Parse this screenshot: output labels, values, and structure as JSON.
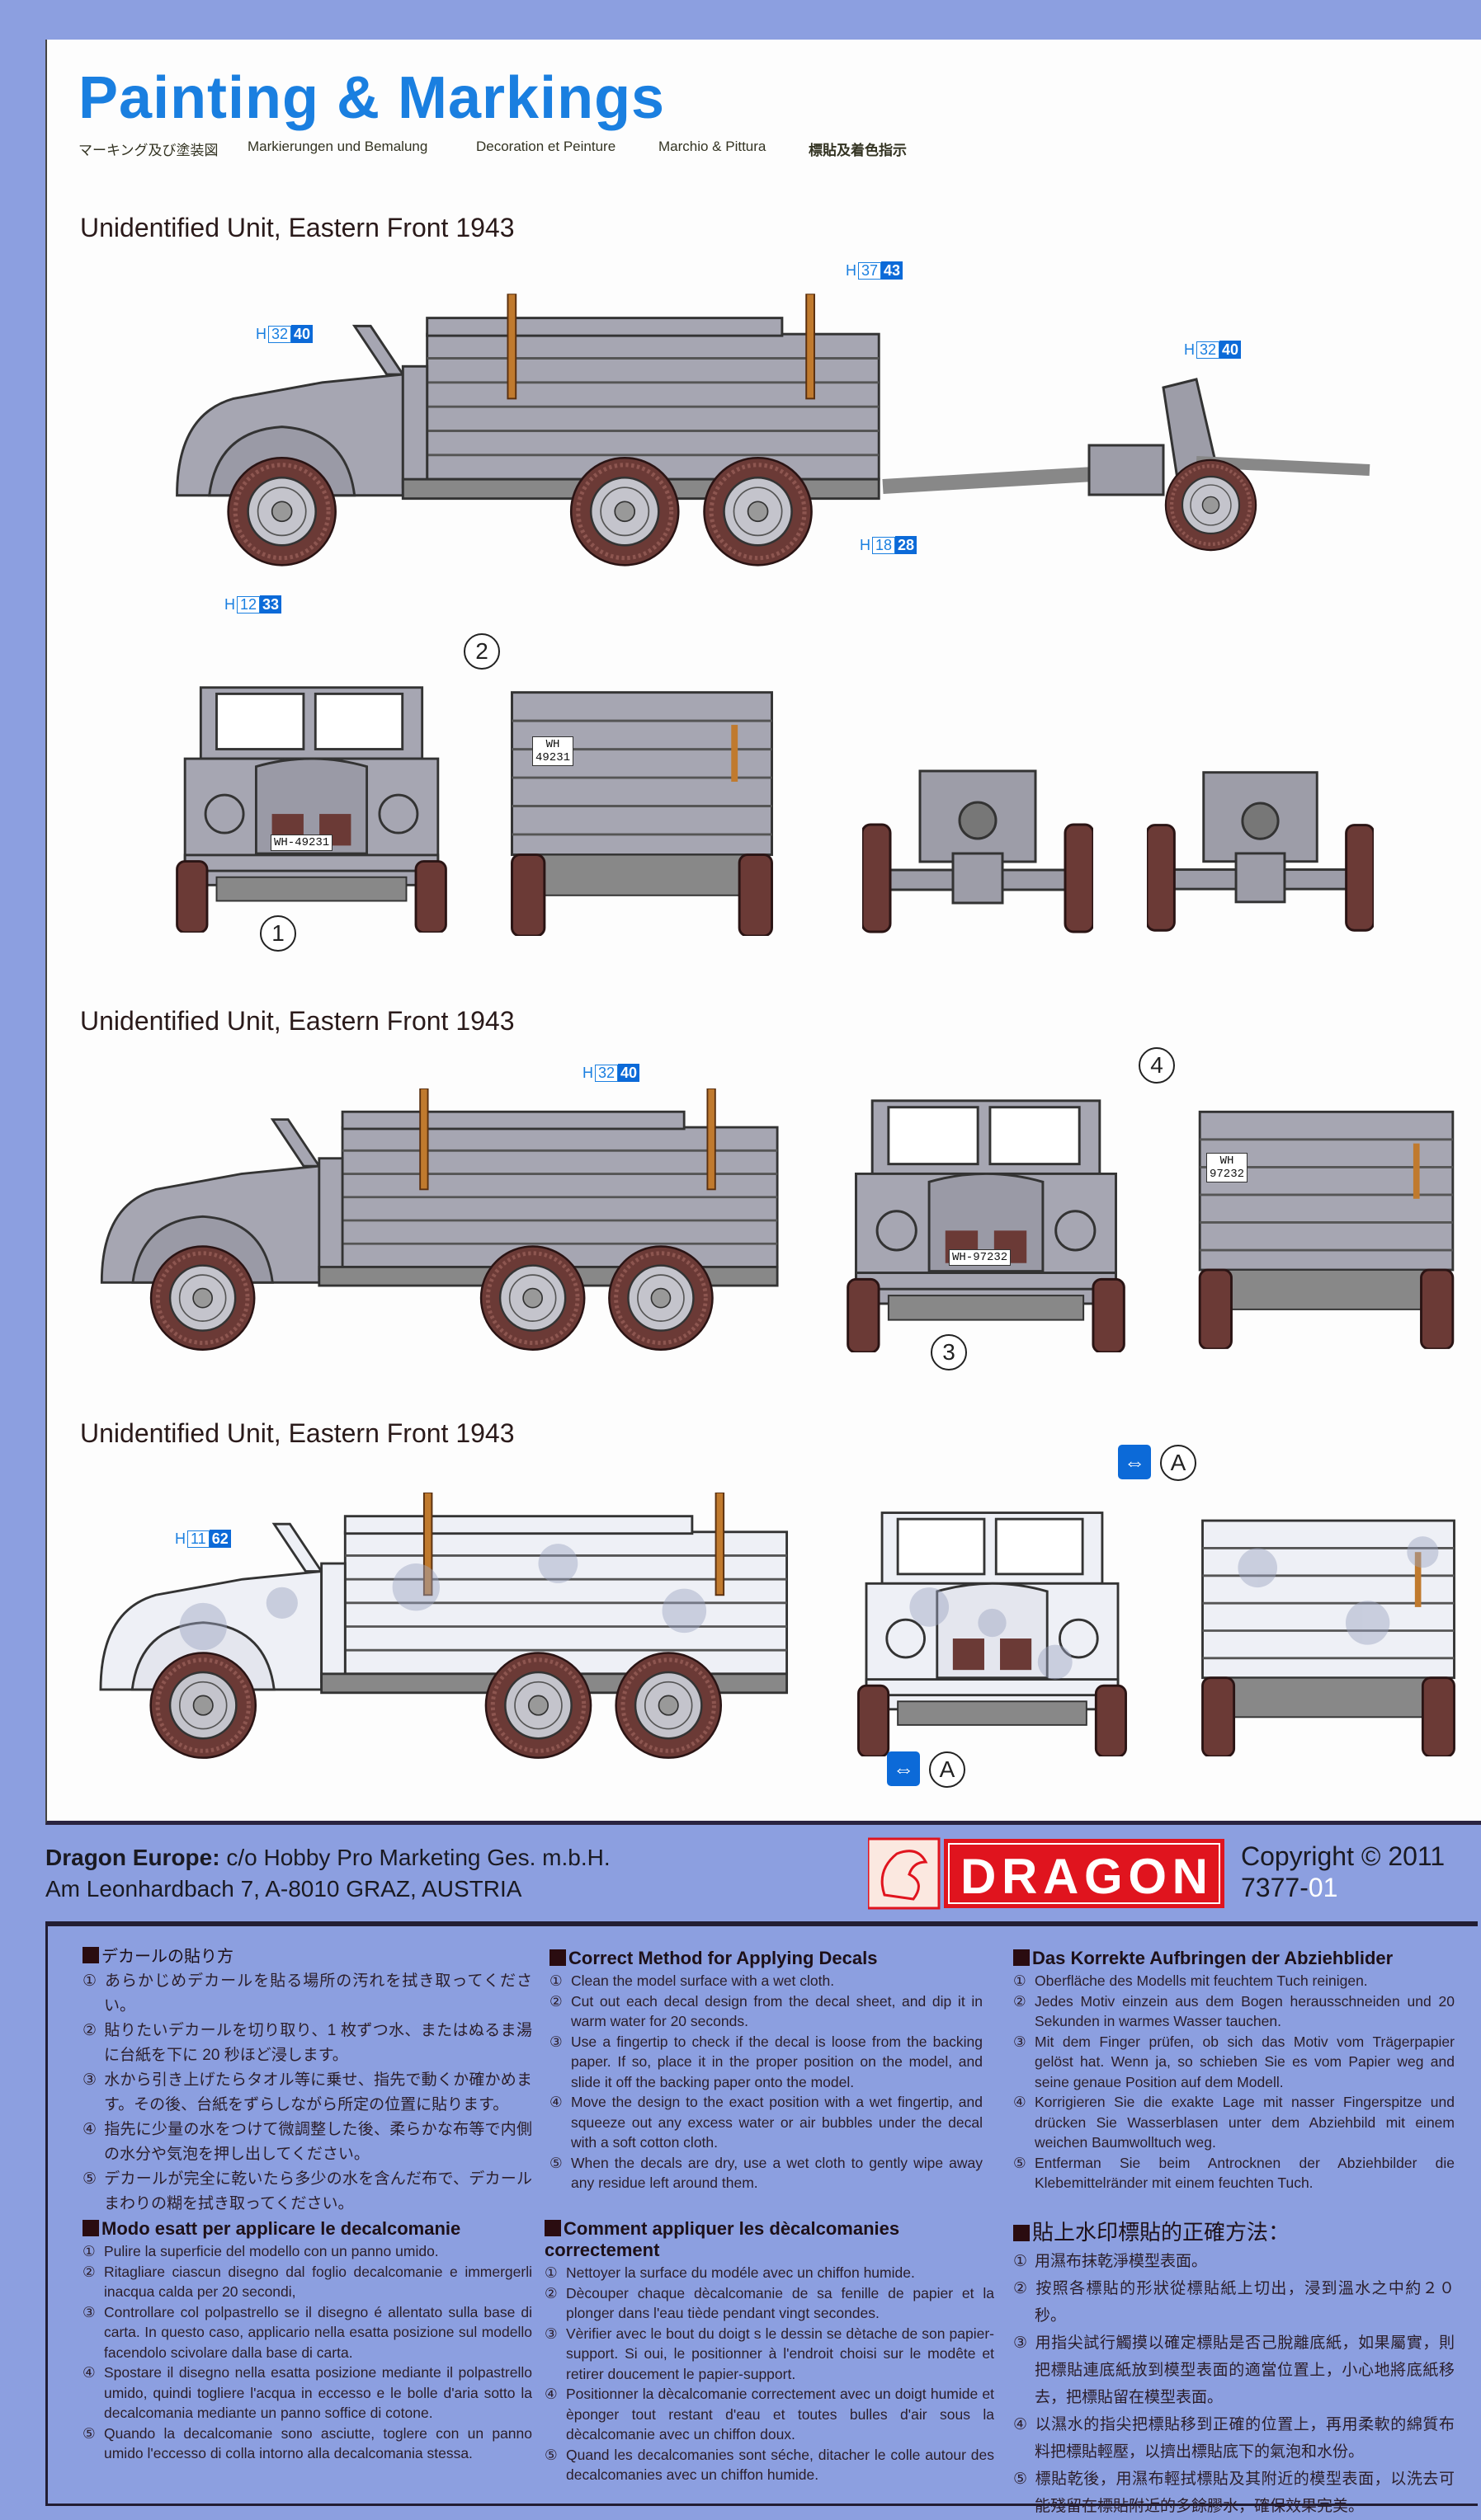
{
  "header": {
    "title": "Painting & Markings",
    "subtitles": [
      "マーキング及び塗装図",
      "Markierungen und Bemalung",
      "Decoration et Peinture",
      "Marchio & Pittura",
      "標貼及着色指示"
    ]
  },
  "sections": [
    {
      "title": "Unidentified Unit, Eastern Front 1943"
    },
    {
      "title": "Unidentified Unit, Eastern Front 1943"
    },
    {
      "title": "Unidentified Unit, Eastern Front 1943"
    }
  ],
  "callouts": [
    {
      "prefix": "H",
      "a": "32",
      "b": "40"
    },
    {
      "prefix": "H",
      "a": "37",
      "b": "43"
    },
    {
      "prefix": "H",
      "a": "32",
      "b": "40"
    },
    {
      "prefix": "H",
      "a": "18",
      "b": "28"
    },
    {
      "prefix": "H",
      "a": "12",
      "b": "33"
    },
    {
      "prefix": "H",
      "a": "32",
      "b": "40"
    },
    {
      "prefix": "H",
      "a": "11",
      "b": "62"
    }
  ],
  "markers": {
    "m1": "1",
    "m2": "2",
    "m3": "3",
    "m4": "4",
    "a": "A"
  },
  "plates": {
    "front1": "WH-49231",
    "rear1_top": "WH",
    "rear1_bottom": "49231",
    "front2": "WH-97232",
    "rear2_top": "WH",
    "rear2_bottom": "97232"
  },
  "icons": {
    "flip": "decal-flip-both-sides-icon"
  },
  "footer": {
    "company_bold": "Dragon Europe:",
    "company_rest": " c/o Hobby Pro Marketing Ges. m.b.H.",
    "address": "Am Leonhardbach 7, A-8010 GRAZ, AUSTRIA",
    "logo_text": "DRAGON",
    "copyright": "Copyright © 2011",
    "code_main": "7377-",
    "code_suffix": "01"
  },
  "colors": {
    "accent": "#1a7fe0",
    "background": "#8c9fe0",
    "logo_red": "#e0141e"
  },
  "instructions": {
    "ja": {
      "title": "デカールの貼り方",
      "items": [
        "あらかじめデカールを貼る場所の汚れを拭き取ってください。",
        "貼りたいデカールを切り取り、1 枚ずつ水、またはぬるま湯に台紙を下に 20 秒ほど浸します。",
        "水から引き上げたらタオル等に乗せ、指先で動くか確かめます。その後、台紙をずらしながら所定の位置に貼ります。",
        "指先に少量の水をつけて微調整した後、柔らかな布等で内側の水分や気泡を押し出してください。",
        "デカールが完全に乾いたら多少の水を含んだ布で、デカールまわりの糊を拭き取ってください。"
      ]
    },
    "en": {
      "title": "Correct Method for Applying Decals",
      "items": [
        "Clean the model surface with a wet cloth.",
        "Cut out each decal design from the decal sheet, and dip it in warm water for 20 seconds.",
        "Use a fingertip to check if the decal is loose from the backing paper. If so, place it in the proper position on the model, and slide it off the backing paper onto the model.",
        "Move the design to the exact position with a wet fingertip, and squeeze out any excess water or air bubbles under the decal with a soft cotton cloth.",
        "When the decals are dry, use a wet cloth to gently wipe away any residue left around them."
      ]
    },
    "de": {
      "title": "Das Korrekte Aufbringen der Abziehblider",
      "items": [
        "Oberfläche des Modells mit feuchtem Tuch reinigen.",
        "Jedes Motiv einzein aus dem Bogen herausschneiden und 20 Sekunden in warmes Wasser tauchen.",
        "Mit dem Finger prüfen, ob sich das Motiv vom Trägerpapier gelöst hat. Wenn ja, so schieben Sie es vom Papier weg and seine genaue Position auf dem Modell.",
        "Korrigieren Sie die exakte Lage mit nasser Fingerspitze und drücken Sie Wasserblasen unter dem Abziehbild mit einem weichen Baumwolltuch weg.",
        "Entferman Sie beim Antrocknen der Abziehbilder die Klebemittelränder mit einem feuchten Tuch."
      ]
    },
    "it": {
      "title": "Modo esatt per applicare le decalcomanie",
      "items": [
        "Pulire la superficie del modello con un panno umido.",
        "Ritagliare ciascun disegno dal foglio decalcomanie e immergerli inacqua calda per 20 secondi,",
        "Controllare col polpastrello se il disegno é allentato sulla base di carta. In questo caso, applicario nella esatta posizione sul modello facendolo scivolare dalla base di carta.",
        "Spostare il disegno nella esatta posizione mediante il polpastrello umido, quindi togliere l'acqua in eccesso e le bolle d'aria sotto la decalcomania mediante un panno soffice di cotone.",
        "Quando la decalcomanie sono asciutte, toglere con un panno umido l'eccesso di colla intorno alla decalcomania stessa."
      ]
    },
    "fr": {
      "title": "Comment appliquer les dècalcomanies correctement",
      "items": [
        "Nettoyer la surface du modéle avec un chiffon humide.",
        "Dècouper chaque dècalcomanie de sa fenille de papier et la plonger dans l'eau tiède pendant vingt secondes.",
        "Vèrifier avec le bout du doigt s le dessin se dètache de son papier-support. Si oui, le positionner à l'endroit choisi sur le modête et retirer doucement le papier-support.",
        "Positionner la dècalcomanie correctement avec un doigt humide et èponger tout restant d'eau et toutes bulles d'air sous la dècalcomanie avec un chiffon doux.",
        "Quand les decalcomanies sont séche, ditacher le colle autour des decalcomanies avec un chiffon humide."
      ]
    },
    "zh": {
      "title": "貼上水印標貼的正確方法：",
      "items": [
        "用濕布抹乾淨模型表面。",
        "按照各標貼的形狀從標貼紙上切出，浸到溫水之中約２０秒。",
        "用指尖試行觸摸以確定標貼是否己脫離底紙，如果屬實，則把標貼連底紙放到模型表面的適當位置上，小心地將底紙移去，把標貼留在模型表面。",
        "以濕水的指尖把標貼移到正確的位置上，再用柔軟的綿質布料把標貼輕壓，以擠出標貼底下的氣泡和水份。",
        "標貼乾後，用濕布輕拭標貼及其附近的模型表面，以洗去可能殘留在標貼附近的多餘膠水，確保效果完美。"
      ]
    }
  }
}
